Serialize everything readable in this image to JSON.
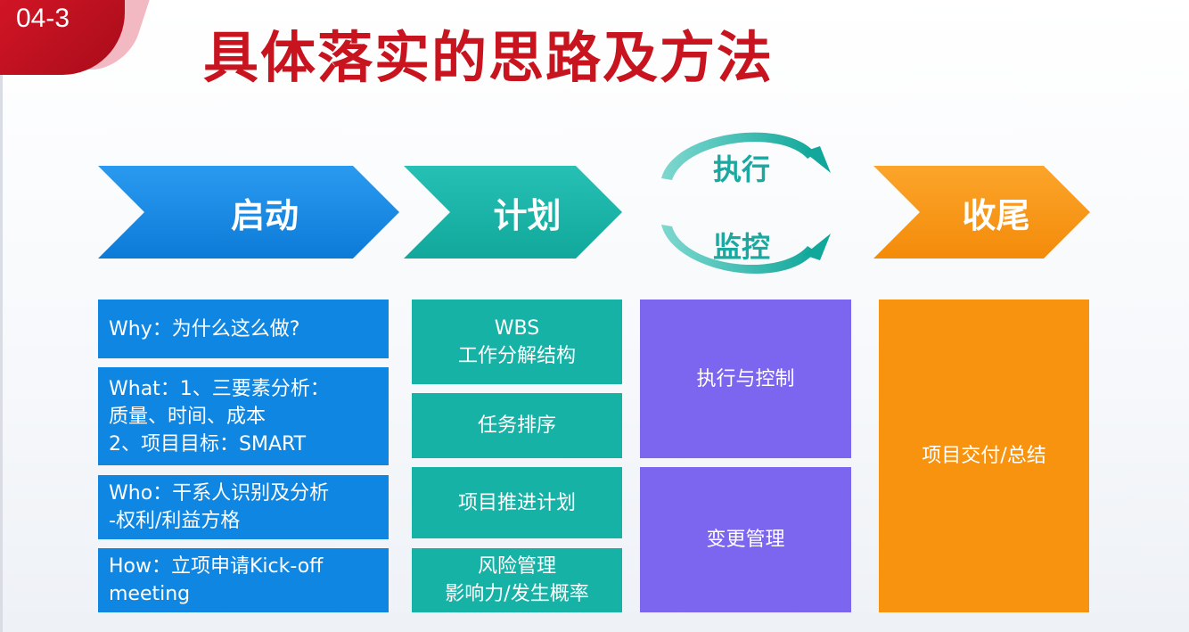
{
  "badge": {
    "label": "04-3"
  },
  "title": "具体落实的思路及方法",
  "phases": {
    "start": "启动",
    "plan": "计划",
    "execute": "执行",
    "monitor": "监控",
    "close": "收尾"
  },
  "start_items": [
    "Why：为什么这么做?",
    "What：1、三要素分析：\n质量、时间、成本\n2、项目目标：SMART",
    "Who：干系人识别及分析\n-权利/利益方格",
    "How：立项申请Kick-off\nmeeting"
  ],
  "plan_items": [
    "WBS\n工作分解结构",
    "任务排序",
    "项目推进计划",
    "风险管理\n影响力/发生概率"
  ],
  "execute_items": [
    "执行与控制",
    "变更管理"
  ],
  "close_items": [
    "项目交付/总结"
  ],
  "colors": {
    "title_red": "#c8141e",
    "start_blue": "#0f86e2",
    "plan_teal": "#16b2a6",
    "execute_purple": "#7c66f0",
    "close_orange": "#f8930f"
  }
}
